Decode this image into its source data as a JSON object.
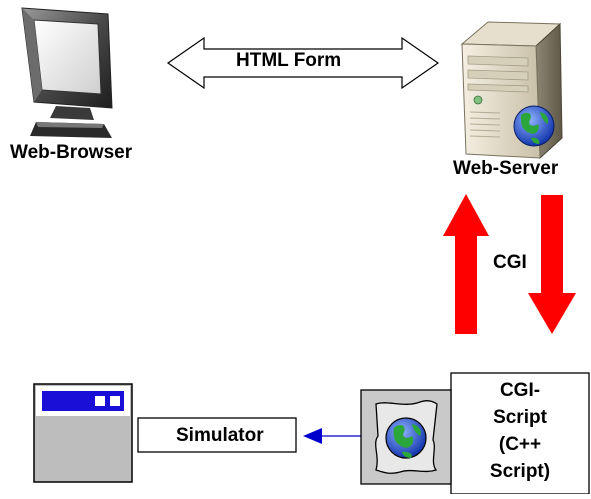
{
  "labels": {
    "html_form": "HTML Form",
    "web_browser": "Web-Browser",
    "web_server": "Web-Server",
    "cgi": "CGI",
    "simulator": "Simulator",
    "cgi_script_line1": "CGI-",
    "cgi_script_line2": "Script",
    "cgi_script_line3": "(C++",
    "cgi_script_line4": "Script)"
  },
  "icons": {
    "client": "monitor-icon",
    "server": "server-tower-icon",
    "script": "globe-script-icon",
    "app": "application-window-icon"
  },
  "colors": {
    "cgi_arrows": "#ff0000",
    "connector_arrow": "#0000cc",
    "window_titlebar": "#1a0fd6",
    "window_body": "#bdbdbd"
  }
}
